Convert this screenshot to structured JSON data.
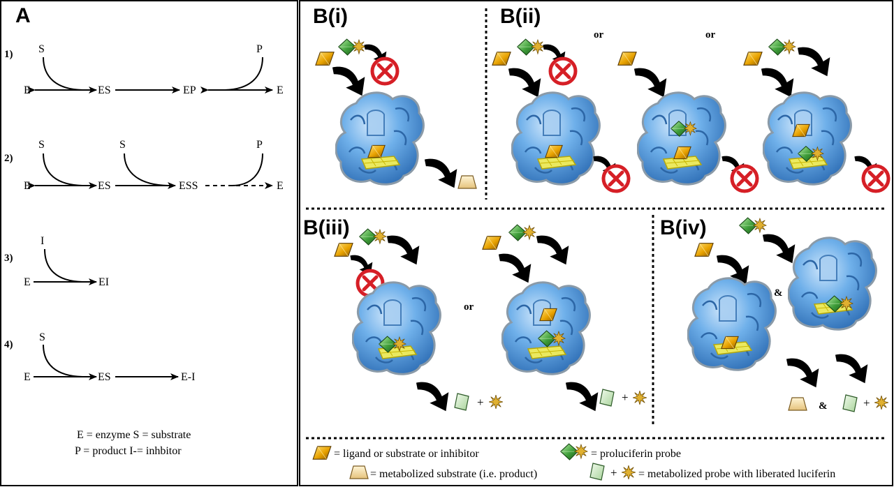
{
  "panel_a": {
    "label": "A",
    "reactions": [
      {
        "num": "1)",
        "species": [
          "S",
          "P",
          "E",
          "ES",
          "EP",
          "E"
        ]
      },
      {
        "num": "2)",
        "species": [
          "S",
          "S",
          "P",
          "E",
          "ES",
          "ESS",
          "E"
        ]
      },
      {
        "num": "3)",
        "species": [
          "I",
          "E",
          "EI"
        ]
      },
      {
        "num": "4)",
        "species": [
          "S",
          "E",
          "ES",
          "E-I"
        ]
      }
    ],
    "key_line1": "E = enzyme   S = substrate",
    "key_line2": "P = product    I-= inhbitor"
  },
  "panel_b": {
    "b_i": "B(i)",
    "b_ii": "B(ii)",
    "b_iii": "B(iii)",
    "b_iv": "B(iv)",
    "or": "or",
    "amp": "&",
    "plus": "+"
  },
  "legend": {
    "ligand": "= ligand or substrate or inhibitor",
    "probe": "= proluciferin probe",
    "product": "= metabolized substrate (i.e. product)",
    "metabolized_probe": "= metabolized probe with liberated luciferin"
  },
  "colors": {
    "ligand": "#e8a200",
    "probe": "#3f9e3a",
    "enzyme": "#5fa4e0",
    "inhibit": "#d61f26",
    "star": "#e0b030"
  }
}
